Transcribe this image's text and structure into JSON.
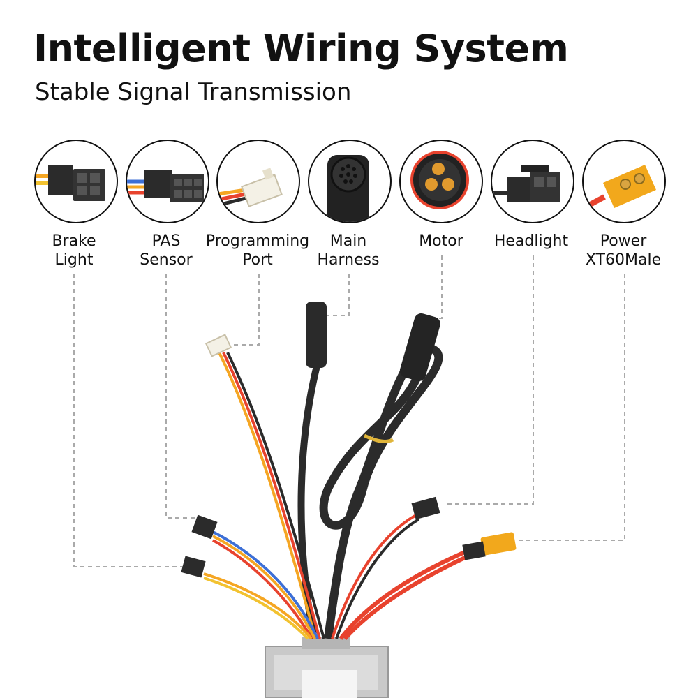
{
  "header": {
    "title": "Intelligent Wiring System",
    "subtitle": "Stable Signal Transmission"
  },
  "connectors": [
    {
      "line1": "Brake",
      "line2": "Light",
      "icon": "brake-light-connector-icon"
    },
    {
      "line1": "PAS",
      "line2": "Sensor",
      "icon": "pas-sensor-connector-icon"
    },
    {
      "line1": "Programming",
      "line2": "Port",
      "icon": "programming-port-connector-icon"
    },
    {
      "line1": "Main",
      "line2": "Harness",
      "icon": "main-harness-connector-icon"
    },
    {
      "line1": "Motor",
      "line2": "",
      "icon": "motor-connector-icon"
    },
    {
      "line1": "Headlight",
      "line2": "",
      "icon": "headlight-connector-icon"
    },
    {
      "line1": "Power",
      "line2": "XT60Male",
      "icon": "xt60-power-connector-icon"
    }
  ],
  "colors": {
    "wire_black": "#2b2b2b",
    "wire_red": "#e8432e",
    "wire_orange": "#f5a623",
    "wire_yellow": "#f2c230",
    "wire_blue": "#3d6fd6",
    "xt60_yellow": "#f2a81c",
    "controller_silver": "#c9c9c9",
    "leader_line": "#aaaaaa"
  }
}
